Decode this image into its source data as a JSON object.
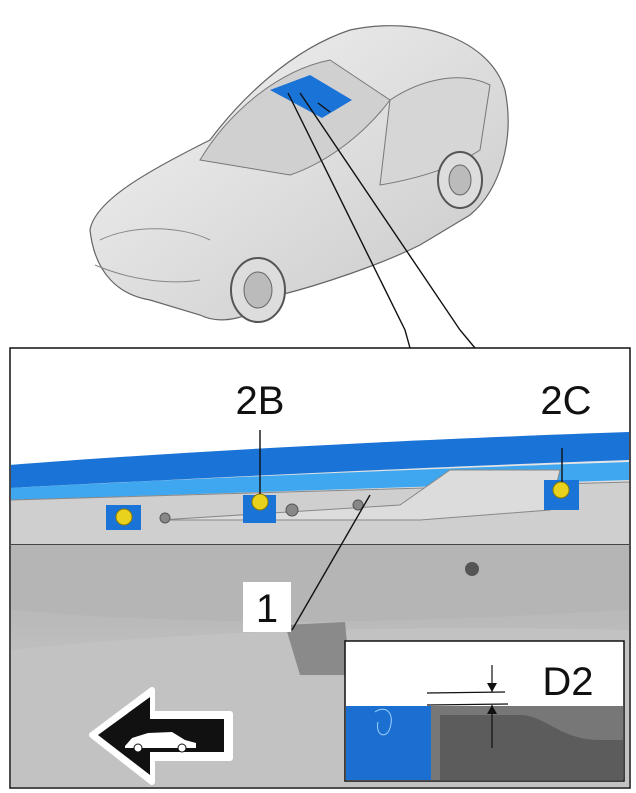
{
  "labels": {
    "part_1": "1",
    "fastener_2b": "2B",
    "fastener_2c": "2C",
    "detail_d2": "D2"
  },
  "icons": {
    "direction": "arrow-left-vehicle-forward-icon"
  },
  "colors": {
    "highlight_blue": "#1a73d6",
    "fastener_yellow": "#e8d21e",
    "body_gray": "#c9c9c9"
  }
}
